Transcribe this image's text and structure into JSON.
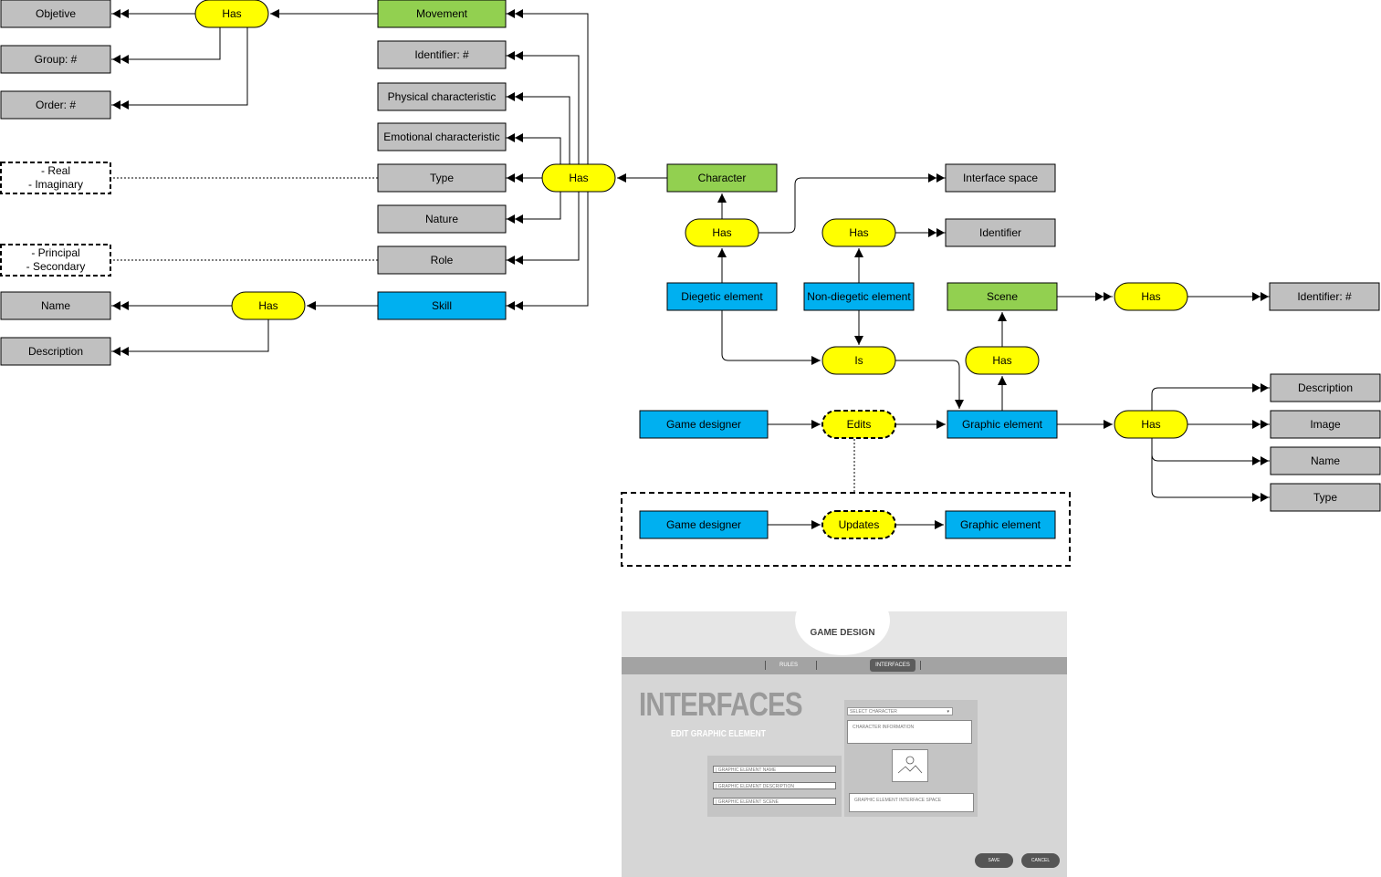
{
  "diagram": {
    "nodes": {
      "objetive": "Objetive",
      "group": "Group: #",
      "order": "Order: #",
      "movement": "Movement",
      "identifier_num": "Identifier: #",
      "physical": "Physical characteristic",
      "emotional": "Emotional characteristic",
      "type": "Type",
      "nature": "Nature",
      "role": "Role",
      "skill": "Skill",
      "name_left": "Name",
      "description_left": "Description",
      "has_movement": "Has",
      "has_character": "Has",
      "has_skill": "Has",
      "character": "Character",
      "has_diegetic": "Has",
      "interface_space": "Interface space",
      "has_nondiegetic": "Has",
      "identifier": "Identifier",
      "diegetic_element": "Diegetic element",
      "non_diegetic_element": "Non-diegetic element",
      "scene": "Scene",
      "has_scene": "Has",
      "scene_identifier": "Identifier: #",
      "is": "Is",
      "has_graphic_scene": "Has",
      "game_designer": "Game designer",
      "edits": "Edits",
      "graphic_element": "Graphic element",
      "has_graphic": "Has",
      "description_right": "Description",
      "image": "Image",
      "name_right": "Name",
      "type_right": "Type",
      "game_designer_2": "Game designer",
      "updates": "Updates",
      "graphic_element_2": "Graphic element"
    },
    "notes": {
      "type_values": [
        "- Real",
        "- Imaginary"
      ],
      "role_values": [
        "- Principal",
        "- Secondary"
      ]
    },
    "colors": {
      "entity_gray": "#c0c0c0",
      "entity_green": "#92d050",
      "entity_blue": "#00b0f0",
      "relation_yellow": "#ffff00"
    }
  },
  "mockup": {
    "app_title": "GAME DESIGN",
    "nav": {
      "rules": "RULES",
      "interfaces": "INTERFACES"
    },
    "heading": "INTERFACES",
    "subheading": "EDIT GRAPHIC ELEMENT",
    "fields": {
      "name": "| GRAPHIC ELEMENT NAME",
      "description": "| GRAPHIC ELEMENT DESCRIPTION",
      "scene": "| GRAPHIC ELEMENT SCENE"
    },
    "select_character": "SELECT CHARACTER",
    "character_information": "CHARACTER INFORMATION",
    "interface_space": "GRAPHIC ELEMENT INTERFACE SPACE",
    "buttons": {
      "save": "SAVE",
      "cancel": "CANCEL"
    },
    "image_icon": "image-placeholder-icon"
  }
}
